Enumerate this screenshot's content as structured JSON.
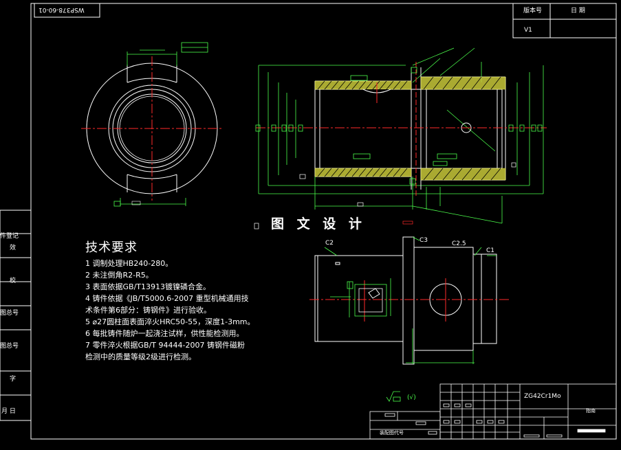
{
  "drawing": {
    "code_box_mirrored": "WSP378-60-01",
    "revision_header_version": "版本号",
    "revision_header_date": "日    期",
    "revision_value": "V1",
    "left_strip": [
      "件登记",
      "效",
      "校",
      "图总号",
      "图总号",
      "字",
      "月  日"
    ],
    "watermark": "图 文 设 计",
    "chamfer_labels": [
      "C2",
      "C3",
      "C2.5",
      "C1"
    ],
    "tech_title": "技术要求",
    "tech_lines": [
      "1 调制处理HB240-280。",
      "2 未注倒角R2-R5。",
      "3 表面依据GB/T13913镀镍磷合金。",
      "4 铸件依据《JB/T5000.6-2007 重型机械通用技",
      "  术条件第6部分：铸钢件》进行验收。",
      "5 ⌀27圆柱面表面淬火HRC50-55，深度1-3mm。",
      "6 每批铸件随炉一起浇注试样，供性能检测用。",
      "7 零件淬火根据GB/T 94444-2007 铸钢件磁粉",
      "检测中的质量等级2级进行检测。"
    ],
    "roughness_note": "(√)",
    "material": "ZG42Cr1Mo",
    "title_block_sub": "装配图代号",
    "title_block_right": "指南"
  },
  "colors": {
    "background": "#000000",
    "frame": "#ffffff",
    "geometry": "#ffffff",
    "dimension": "#4cff4c",
    "centerline": "#ff2a2a",
    "hatch": "#e8e84a",
    "annotation": "#4c6cff"
  }
}
